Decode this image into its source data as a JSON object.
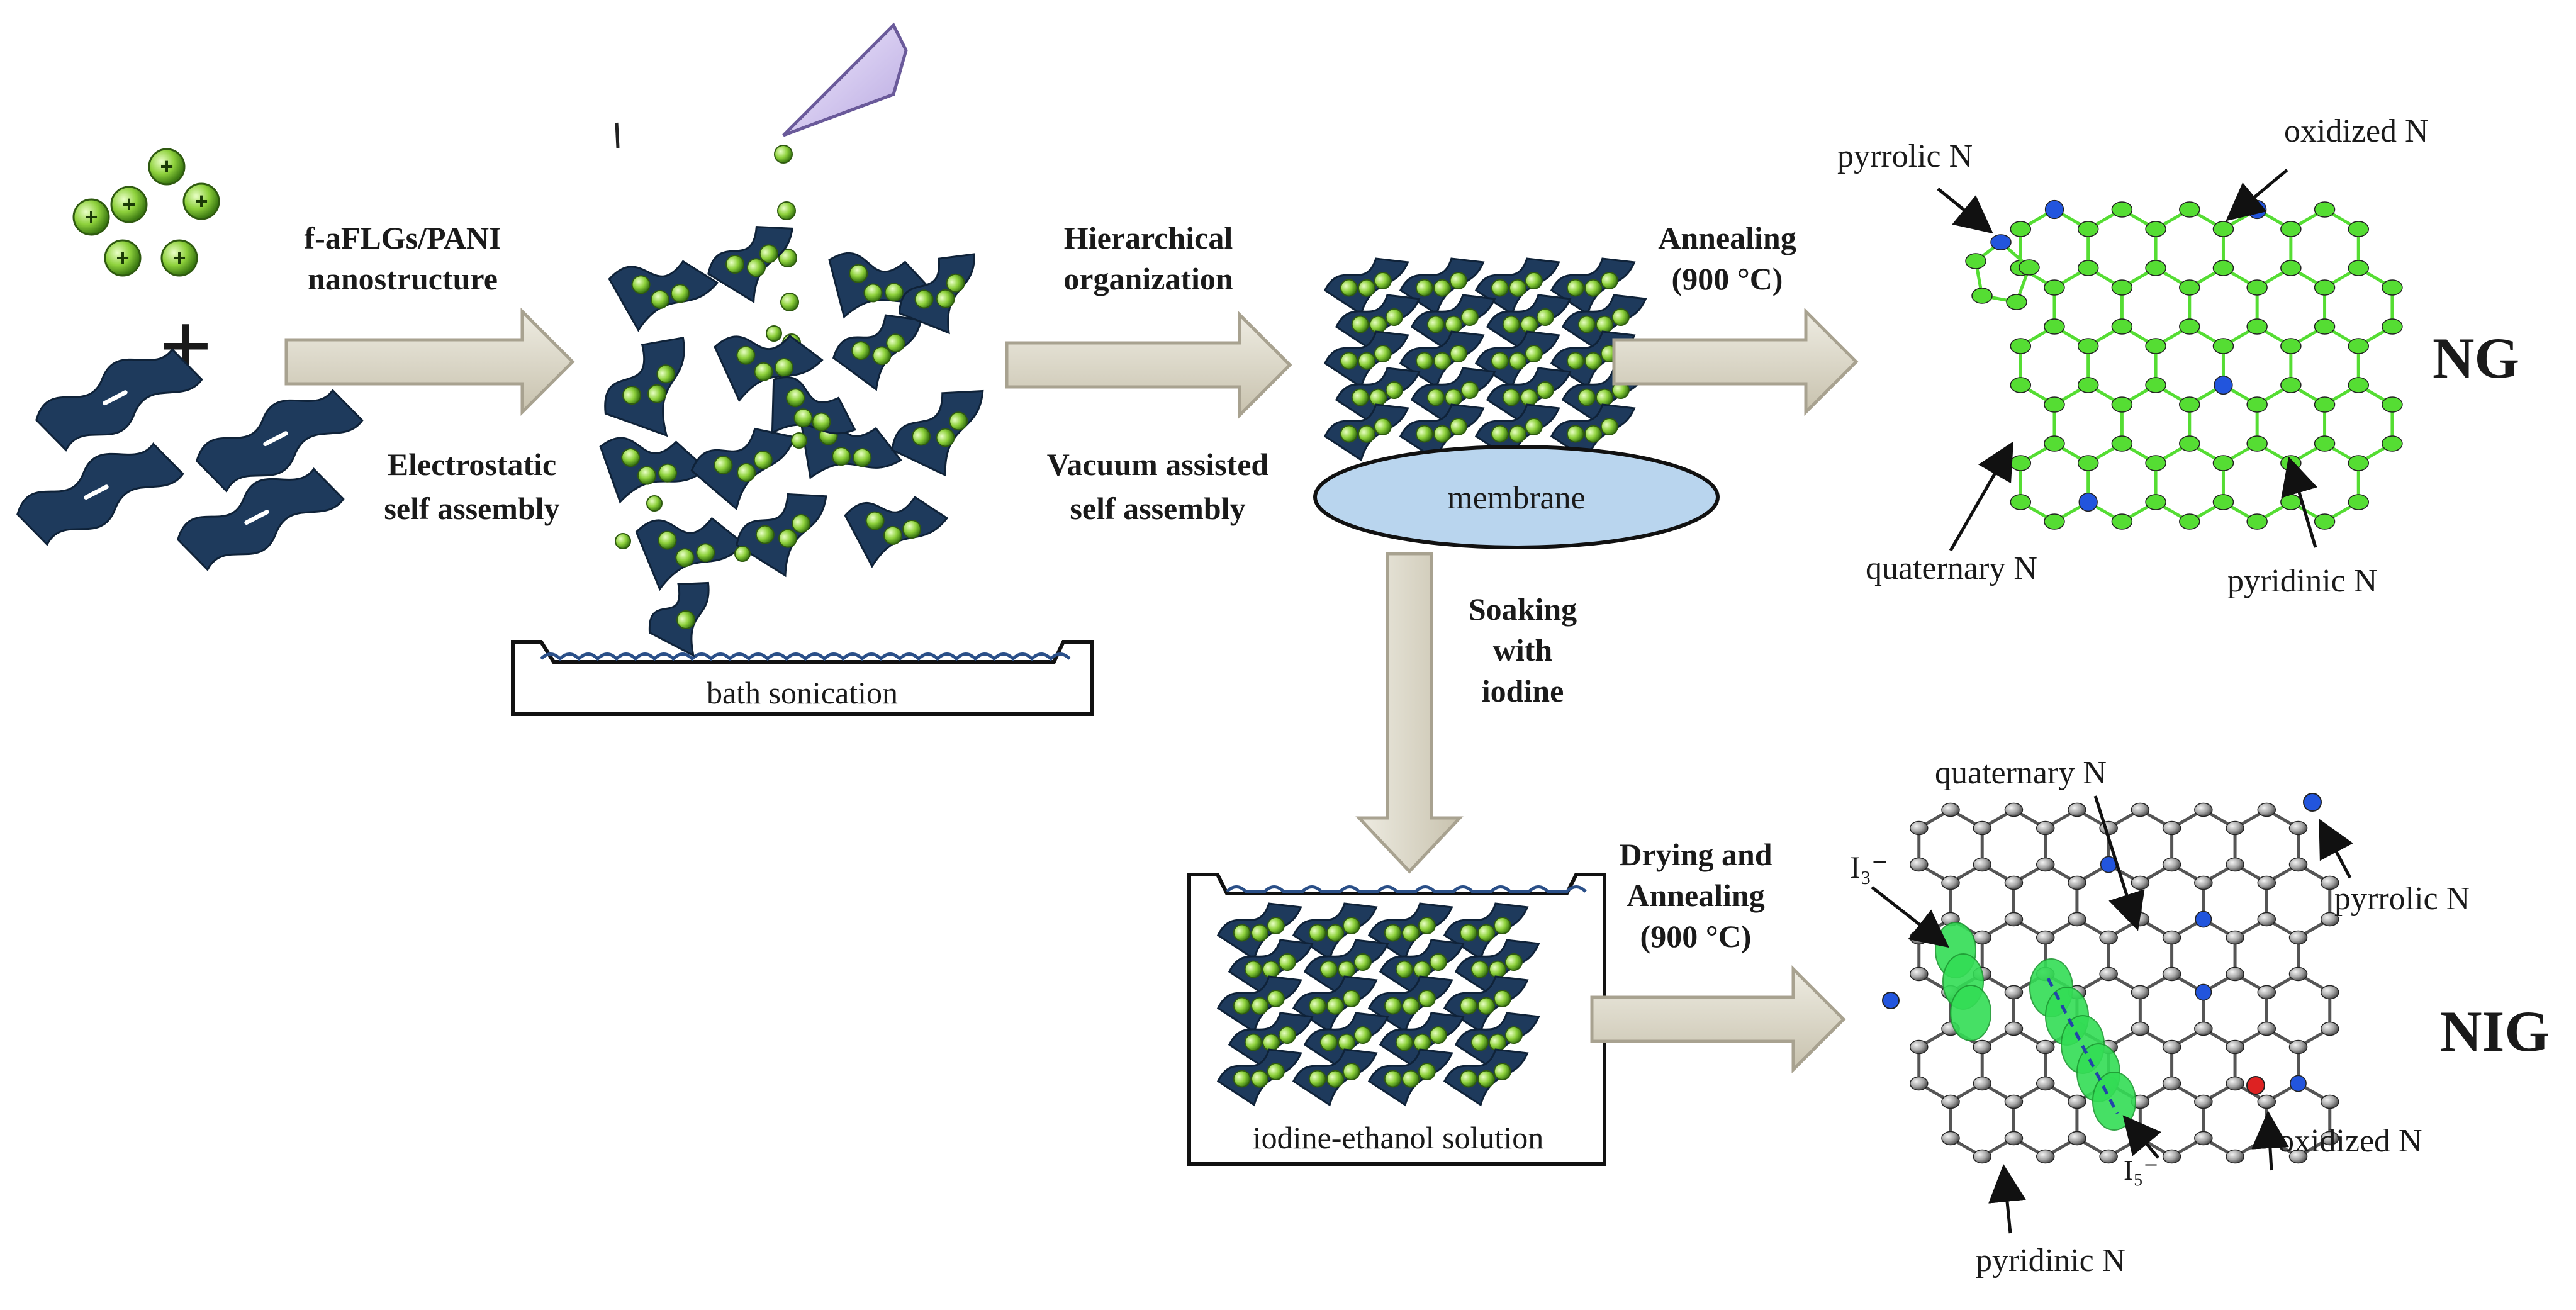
{
  "steps": {
    "step1_top": [
      "f-aFLGs/PANI",
      "nanostructure"
    ],
    "step1_bottom": [
      "Electrostatic",
      "self assembly"
    ],
    "step2_top": [
      "Hierarchical",
      "organization"
    ],
    "step2_bottom": [
      "Vacuum assisted",
      "self assembly"
    ],
    "step3_top": [
      "Annealing",
      "(900 °C)"
    ],
    "soak": [
      "Soaking",
      "with",
      "iodine"
    ],
    "drying": [
      "Drying and",
      "Annealing",
      "(900 °C)"
    ]
  },
  "containers": {
    "bath": "bath sonication",
    "membrane": "membrane",
    "iodine_solution": "iodine-ethanol solution"
  },
  "products": {
    "ng": "NG",
    "nig": "NIG"
  },
  "ng_labels": {
    "pyrrolic": "pyrrolic N",
    "oxidized": "oxidized N",
    "quaternary": "quaternary N",
    "pyridinic": "pyridinic N"
  },
  "nig_labels": {
    "quaternary": "quaternary N",
    "pyrrolic": "pyrrolic N",
    "oxidized": "oxidized N",
    "pyridinic": "pyridinic N",
    "i3": "I₃⁻",
    "i5": "I₅⁻"
  },
  "colors": {
    "sheet": "#1e3a5c",
    "bead": "#8ed13c",
    "arrow_fill": "#d8d4c4",
    "arrow_stroke": "#b0aa98",
    "carbon_green": "#55dd33",
    "nitrogen": "#2255dd",
    "oxygen": "#dd2222",
    "iodine": "#33dd55",
    "carbon_gray": "#9a9a9a",
    "membrane": "#b9d5ee"
  }
}
